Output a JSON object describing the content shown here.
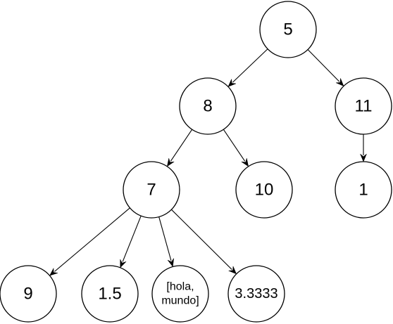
{
  "diagram": {
    "nodes": [
      {
        "id": "n5",
        "label": [
          "5"
        ]
      },
      {
        "id": "n8",
        "label": [
          "8"
        ]
      },
      {
        "id": "n11",
        "label": [
          "11"
        ]
      },
      {
        "id": "n7",
        "label": [
          "7"
        ]
      },
      {
        "id": "n10",
        "label": [
          "10"
        ]
      },
      {
        "id": "n1",
        "label": [
          "1"
        ]
      },
      {
        "id": "n9",
        "label": [
          "9"
        ]
      },
      {
        "id": "n1_5",
        "label": [
          "1.5"
        ]
      },
      {
        "id": "nhola",
        "label": [
          "[hola,",
          "mundo]"
        ]
      },
      {
        "id": "n3_3333",
        "label": [
          "3.3333"
        ]
      }
    ],
    "edges": [
      {
        "from": "n5",
        "to": "n8"
      },
      {
        "from": "n5",
        "to": "n11"
      },
      {
        "from": "n8",
        "to": "n7"
      },
      {
        "from": "n8",
        "to": "n10"
      },
      {
        "from": "n11",
        "to": "n1"
      },
      {
        "from": "n7",
        "to": "n9"
      },
      {
        "from": "n7",
        "to": "n1_5"
      },
      {
        "from": "n7",
        "to": "nhola"
      },
      {
        "from": "n7",
        "to": "n3_3333"
      }
    ]
  }
}
